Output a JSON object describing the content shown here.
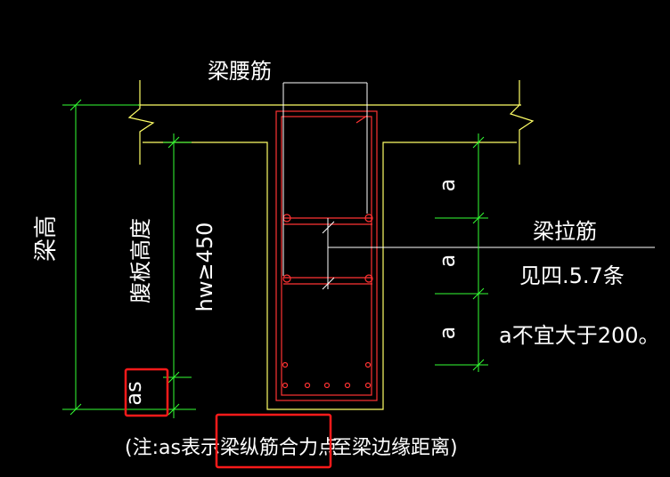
{
  "labels": {
    "waist_bar": "梁腰筋",
    "tie_bar": "梁拉筋",
    "tie_ref": "见四.5.7条",
    "spacing_note": "a不宜大于200。",
    "beam_height": "梁高",
    "web_height": "腹板高度",
    "hw_condition": "hw≥450",
    "as_label": "as",
    "a_upper": "a",
    "a_middle": "a",
    "a_lower": "a",
    "note_prefix": "(注:as表示",
    "note_highlight": "梁纵筋合力点",
    "note_suffix": "至梁边缘距离)"
  },
  "colors": {
    "background": "#000000",
    "outline": "#ffff66",
    "rebar": "#ff3333",
    "dimension": "#33ff33",
    "text": "#ffffff",
    "highlight_box": "#ff1a1a"
  }
}
